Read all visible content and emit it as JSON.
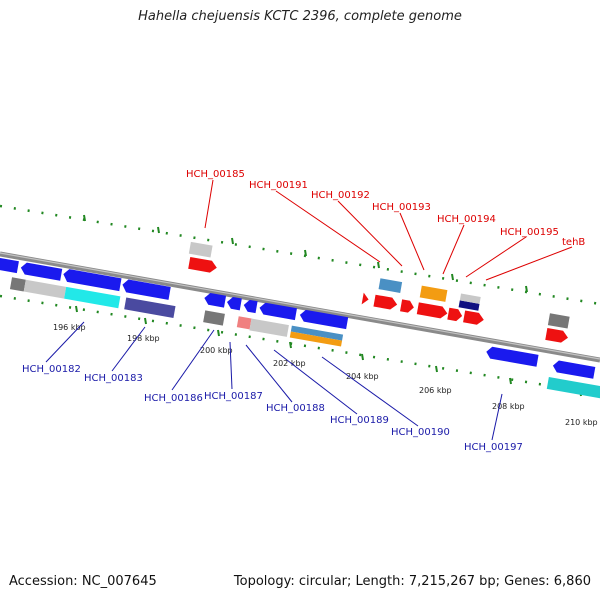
{
  "title": "Hahella chejuensis KCTC 2396, complete genome",
  "accession": "Accession: NC_007645",
  "summary": "Topology: circular; Length: 7,215,267 bp; Genes: 6,860",
  "ticks": [
    "196 kbp",
    "198 kbp",
    "200 kbp",
    "202 kbp",
    "204 kbp",
    "206 kbp",
    "208 kbp",
    "210 kbp"
  ],
  "genes_top": [
    "HCH_00185",
    "HCH_00191",
    "HCH_00192",
    "HCH_00193",
    "HCH_00194",
    "HCH_00195",
    "tehB"
  ],
  "genes_bottom": [
    "HCH_00182",
    "HCH_00183",
    "HCH_00186",
    "HCH_00187",
    "HCH_00188",
    "HCH_00189",
    "HCH_00190",
    "HCH_00197"
  ],
  "colors": {
    "backbone": "#8a8a8a",
    "forward_gene": "#ee1111",
    "reverse_gene": "#1a1aee",
    "tick": "#228822",
    "orange": "#f39c12",
    "cyan": "#22e8e8",
    "steel": "#4a90c4",
    "slate": "#4a4aa0",
    "gray": "#777777",
    "silver": "#c8c8c8",
    "salmon": "#f08080",
    "teal": "#22cccc"
  }
}
